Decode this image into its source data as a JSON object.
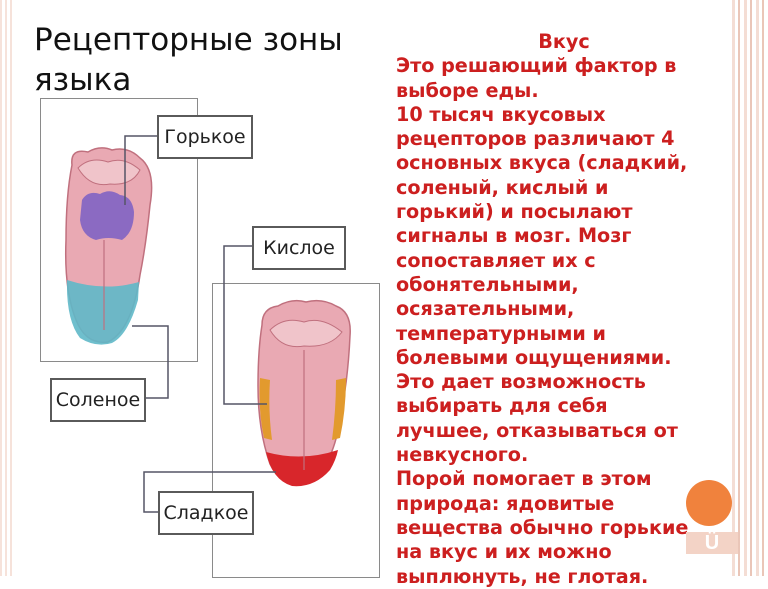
{
  "slide": {
    "title": "Рецепторные зоны языка",
    "body": {
      "heading": "Вкус",
      "lines": [
        "Это решающий фактор в",
        "выборе еды.",
        "10 тысяч вкусовых",
        "рецепторов различают 4",
        "основных вкуса (сладкий,",
        "соленый, кислый и",
        "горький) и посылают",
        "сигналы в мозг. Мозг",
        "сопоставляет их с",
        "обонятельными,",
        "осязательными,",
        "температурными и",
        "болевыми ощущениями.",
        "Это дает возможность",
        "выбирать для себя",
        "лучшее, отказываться от",
        "невкусного.",
        "Порой помогает в этом",
        "природа: ядовитые",
        "вещества обычно горькие",
        "на вкус и их можно",
        "выплюнуть, не глотая."
      ]
    }
  },
  "diagram": {
    "labels": {
      "bitter": "Горькое",
      "sour": "Кислое",
      "salty": "Соленое",
      "sweet": "Сладкое"
    },
    "colors": {
      "bitter_zone": "#7a5fc4",
      "salty_zone": "#5fb8c8",
      "sour_zone": "#e29a2e",
      "sweet_zone": "#d8262b",
      "tongue": "#e8a6b0"
    }
  },
  "nav": {
    "button_glyph": "Ü"
  }
}
